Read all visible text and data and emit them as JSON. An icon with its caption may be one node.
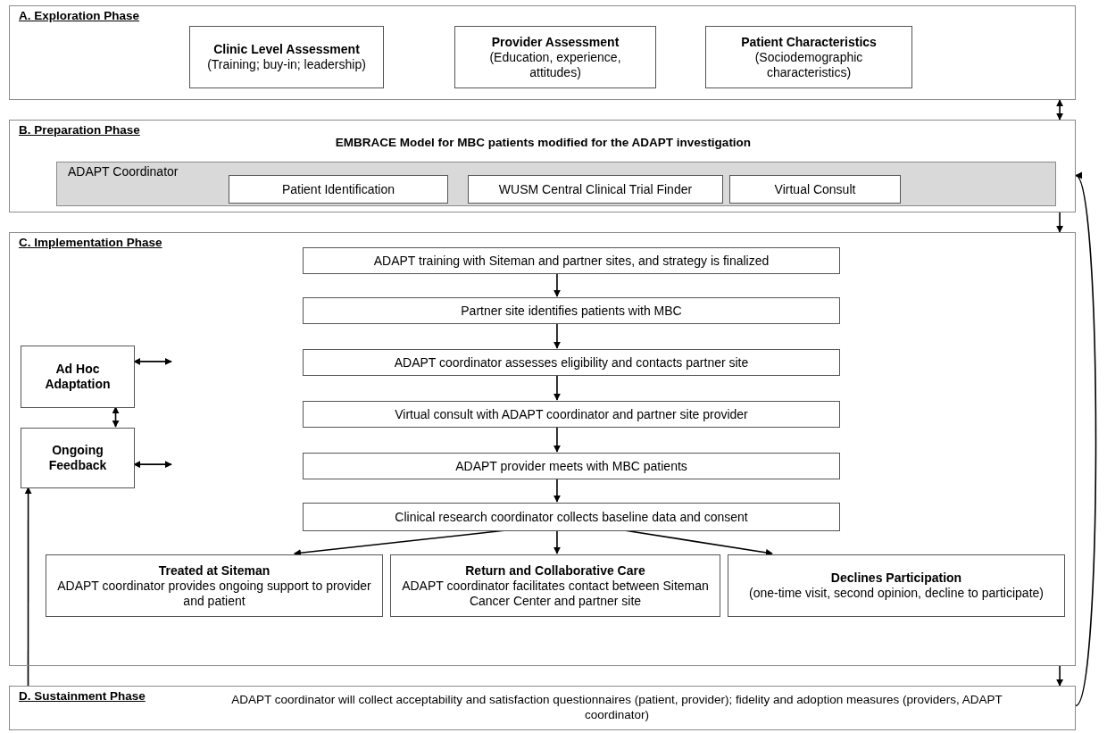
{
  "diagram": {
    "nodes": [
      {
        "text": [
          "A. Exploration Phase"
        ]
      },
      {
        "text": [
          "Clinic Level Assessment",
          "(Training; buy-in; leadership)"
        ],
        "in": 0
      },
      {
        "text": [
          "Provider Assessment",
          "(Education, experience, attitudes)"
        ],
        "in": 0
      },
      {
        "text": [
          "Patient Characteristics",
          "(Sociodemographic characteristics)"
        ],
        "in": 0
      },
      {
        "text": [
          "B. Preparation Phase",
          "EMBRACE Model for MBC patients modified for the ADAPT investigation"
        ]
      },
      {
        "text": [
          "ADAPT Coordinator"
        ],
        "in": 4
      },
      {
        "text": [
          "Patient Identification"
        ],
        "in": 5
      },
      {
        "text": [
          "WUSM Central Clinical Trial Finder"
        ],
        "in": 5
      },
      {
        "text": [
          "Virtual Consult"
        ],
        "in": 5
      },
      {
        "text": [
          "C. Implementation Phase"
        ]
      },
      {
        "text": [
          "Ad Hoc Adaptation"
        ],
        "in": 9
      },
      {
        "text": [
          "Ongoing Feedback"
        ],
        "in": 9
      },
      {
        "text": [
          "ADAPT training with Siteman and partner sites, and strategy is finalized"
        ],
        "in": 9
      },
      {
        "text": [
          "Partner site identifies patients with MBC"
        ],
        "in": 9
      },
      {
        "text": [
          "ADAPT coordinator assesses eligibility and contacts partner site"
        ],
        "in": 9
      },
      {
        "text": [
          "Virtual consult with ADAPT coordinator and partner site provider"
        ],
        "in": 9
      },
      {
        "text": [
          "ADAPT provider meets with MBC patients"
        ],
        "in": 9
      },
      {
        "text": [
          "Clinical research coordinator collects baseline data and consent"
        ],
        "in": 9
      },
      {
        "text": [
          "Treated at Siteman",
          "ADAPT coordinator provides ongoing support to provider and patient"
        ],
        "in": 9
      },
      {
        "text": [
          "Return and Collaborative Care",
          "ADAPT coordinator facilitates contact between Siteman Cancer Center and partner site"
        ],
        "in": 9
      },
      {
        "text": [
          "Declines Participation",
          "(one-time visit, second opinion, decline to participate)"
        ],
        "in": 9
      },
      {
        "text": [
          "D. Sustainment Phase",
          "ADAPT coordinator will collect acceptability and satisfaction questionnaires (patient, provider); fidelity and adoption measures (providers, ADAPT coordinator)"
        ]
      }
    ],
    "edges": [
      {
        "from": 12,
        "to": 13,
        "arrow": "to"
      },
      {
        "from": 13,
        "to": 14,
        "arrow": "to"
      },
      {
        "from": 14,
        "to": 15,
        "arrow": "to"
      },
      {
        "from": 15,
        "to": 16,
        "arrow": "to"
      },
      {
        "from": 16,
        "to": 17,
        "arrow": "to"
      },
      {
        "from": 17,
        "to": 18,
        "arrow": "to"
      },
      {
        "from": 17,
        "to": 19,
        "arrow": "to"
      },
      {
        "from": 17,
        "to": 20,
        "arrow": "to"
      },
      {
        "from": 10,
        "to": null,
        "arrow": "both"
      },
      {
        "from": 11,
        "to": null,
        "arrow": "both"
      },
      {
        "from": 10,
        "to": 11,
        "arrow": "both"
      },
      {
        "from": 21,
        "to": 11,
        "arrow": "to"
      },
      {
        "from": 0,
        "to": 4,
        "arrow": "both"
      },
      {
        "from": 4,
        "to": 9,
        "arrow": "to"
      },
      {
        "from": 9,
        "to": 21,
        "arrow": "to"
      },
      {
        "from": 21,
        "to": 4,
        "arrow": "to"
      }
    ]
  }
}
